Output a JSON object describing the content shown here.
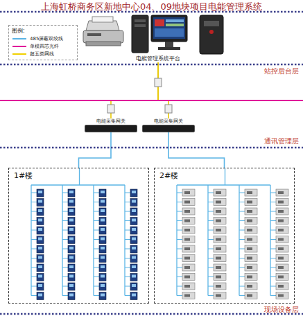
{
  "diagram": {
    "title": "上海虹桥商务区新地中心04、09地块项目电能管理系统",
    "nodes": [
      {
        "text": [
          "电能管理系统平台"
        ]
      },
      {
        "text": [
          "电能采集网关"
        ]
      },
      {
        "text": [
          "电能采集网关"
        ]
      },
      {
        "text": [
          "1#楼"
        ]
      },
      {
        "text": [
          "2#楼"
        ]
      }
    ],
    "edges": [
      {
        "from": 0,
        "to": 1,
        "arrow": "none"
      },
      {
        "from": 0,
        "to": 2,
        "arrow": "none"
      },
      {
        "from": 1,
        "to": 3,
        "arrow": "none"
      },
      {
        "from": 2,
        "to": 4,
        "arrow": "none"
      }
    ],
    "labels": [
      "图例:",
      "站控后台层",
      "通讯管理层",
      "现场设备层"
    ],
    "legend": [
      {
        "text": "485屏蔽双绞线"
      },
      {
        "text": "单模四芯光纤"
      },
      {
        "text": "超五类网线"
      }
    ]
  }
}
